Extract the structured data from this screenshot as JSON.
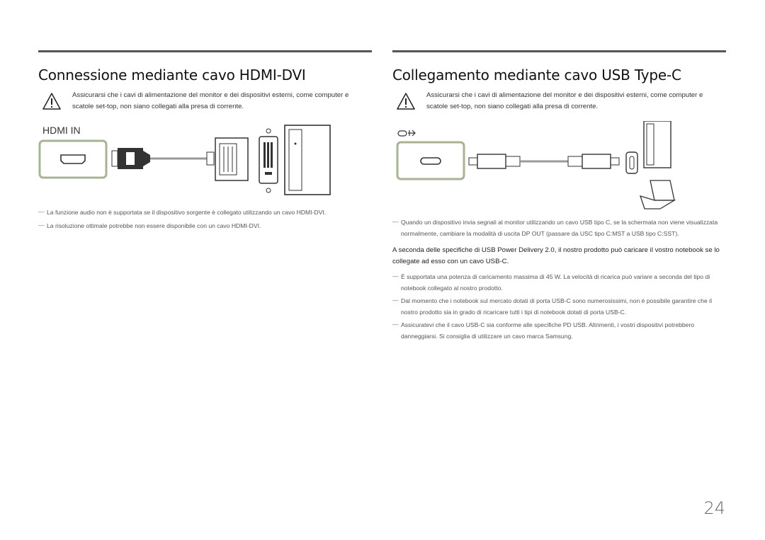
{
  "left": {
    "title": "Connessione mediante cavo HDMI-DVI",
    "caution": "Assicurarsi che i cavi di alimentazione del monitor e dei dispositivi esterni, come computer e scatole set-top, non siano collegati alla presa di corrente.",
    "port_label": "HDMI IN",
    "notes": [
      "La funzione audio non è supportata se il dispositivo sorgente è collegato utilizzando un cavo HDMI-DVI.",
      "La risoluzione ottimale potrebbe non essere disponibile con un cavo HDMI-DVI."
    ]
  },
  "right": {
    "title": "Collegamento mediante cavo USB Type-C",
    "caution": "Assicurarsi che i cavi di alimentazione del monitor e dei dispositivi esterni, come computer e scatole set-top, non siano collegati alla presa di corrente.",
    "notes_a": [
      "Quando un dispositivo invia segnali al monitor utilizzando un cavo USB tipo C, se la schermata non viene visualizzata normalmente, cambiare la modalità di uscita DP OUT (passare da USC tipo C:MST a USB tipo C:SST)."
    ],
    "paragraph": "A seconda delle specifiche di USB Power Delivery 2.0, il nostro prodotto può caricare il vostro notebook se lo collegate ad esso con un cavo USB-C.",
    "notes_b": [
      "È supportata una potenza di caricamento massima di 45 W. La velocità di ricarica può variare a seconda del tipo di notebook collegato al nostro prodotto.",
      "Dal momento che i notebook sul mercato dotati di porta USB-C sono numerosissimi, non è possibile garantire che il nostro prodotto sia in grado di ricaricare tutti i tipi di notebook dotati di porta USB-C.",
      "Assicuratevi che il cavo USB-C sia conforme alle specifiche PD USB. Altrimenti, i vostri dispositivi potrebbero danneggiarsi. Si consiglia di utilizzare un cavo marca Samsung."
    ]
  },
  "note_marker": "―",
  "page_number": "24",
  "colors": {
    "port_frame": "#a7b58f",
    "rule": "#555555",
    "line_art": "#333333"
  }
}
